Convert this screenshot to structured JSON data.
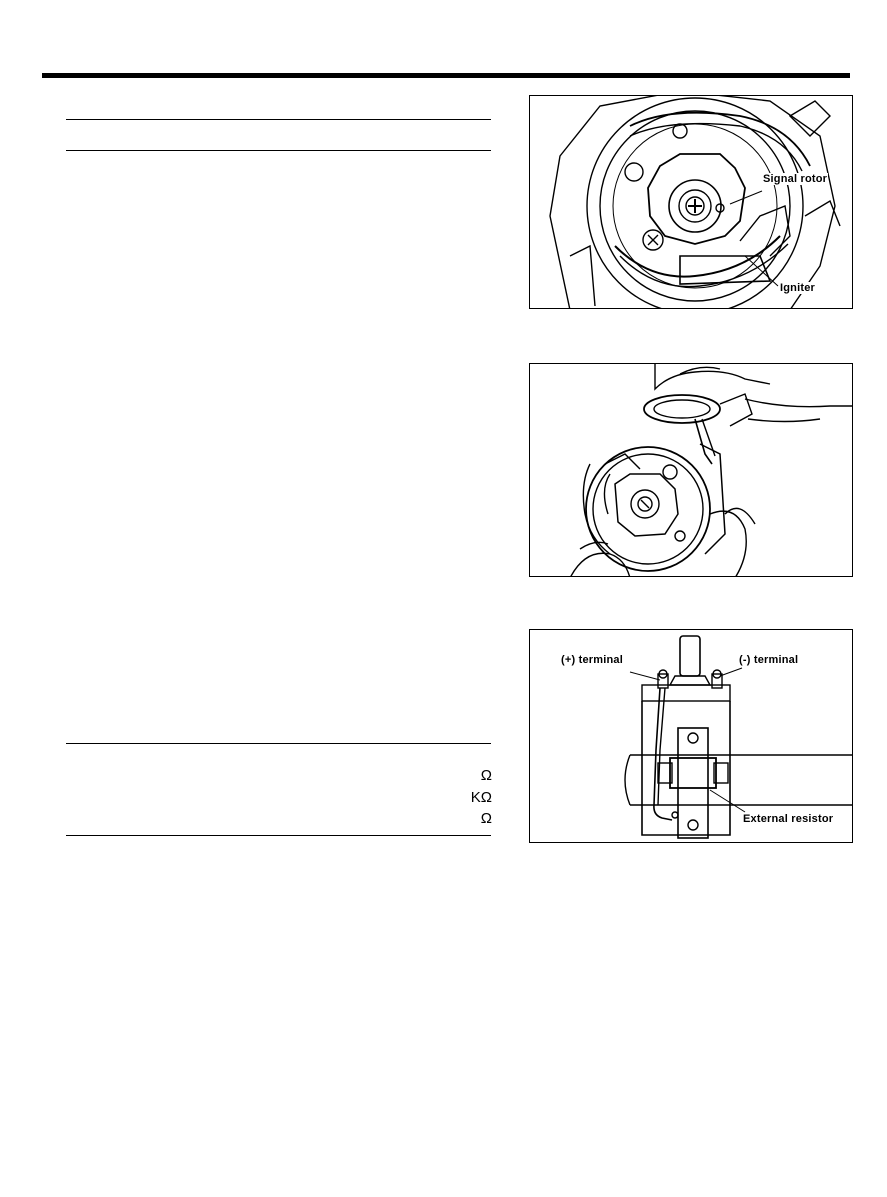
{
  "specs": {
    "units": [
      "Ω",
      "KΩ",
      "Ω"
    ]
  },
  "figures": {
    "fig1": {
      "labels": {
        "signal_rotor": "Signal rotor",
        "igniter": "Igniter"
      }
    },
    "fig2": {},
    "fig3": {
      "labels": {
        "plus_terminal": "(+) terminal",
        "minus_terminal": "(-) terminal",
        "external_resistor": "External resistor"
      }
    }
  }
}
